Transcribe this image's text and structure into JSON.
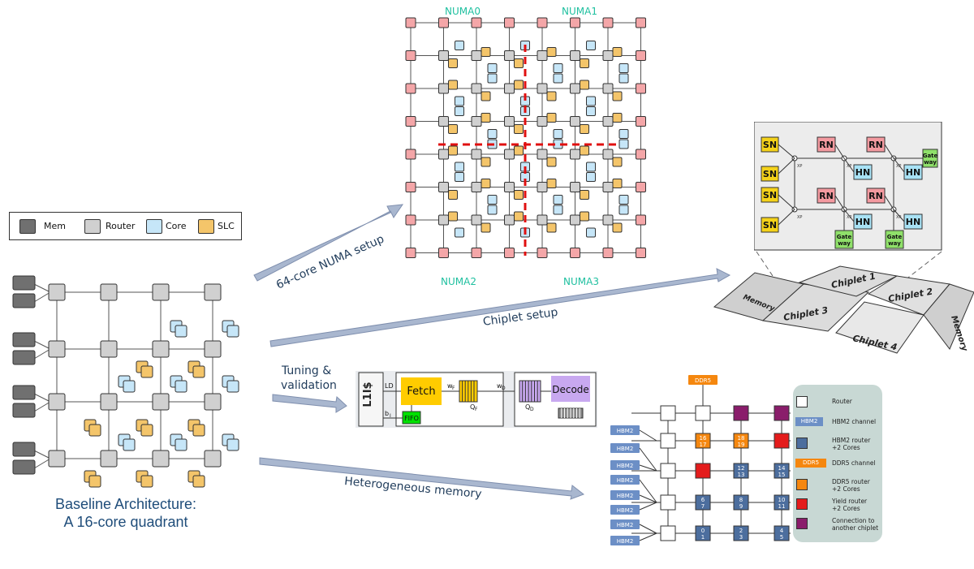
{
  "legend": {
    "mem": "Mem",
    "router": "Router",
    "core": "Core",
    "slc": "SLC"
  },
  "colors": {
    "mem": "#707070",
    "router": "#d0d0d0",
    "core": "#c6e6f8",
    "slc": "#f4c56a",
    "numa_edge": "#f4a6a8",
    "arrow": "#a9b7cf",
    "hbm": "#6c8fc6",
    "ddr": "#f5870f",
    "yield": "#e41c1c",
    "chip": "#8a1d6b"
  },
  "baseline_caption": {
    "line1": "Baseline Architecture:",
    "line2": "A 16-core quadrant"
  },
  "numa": {
    "n0": "NUMA0",
    "n1": "NUMA1",
    "n2": "NUMA2",
    "n3": "NUMA3"
  },
  "arrows": {
    "numa": "64-core NUMA setup",
    "chiplet": "Chiplet setup",
    "tuning_line1": "Tuning &",
    "tuning_line2": "validation",
    "hetero": "Heterogeneous memory"
  },
  "chiplet": {
    "c1": "Chiplet 1",
    "c2": "Chiplet 2",
    "c3": "Chiplet 3",
    "c4": "Chiplet 4",
    "mem_left": "Memory",
    "mem_right": "Memory"
  },
  "noc": {
    "sn": "SN",
    "rn": "RN",
    "hn": "HN",
    "xp": "XP",
    "gw1": "Gate",
    "gw2": "way"
  },
  "pipeline": {
    "l1": "L1I$",
    "ld": "LD",
    "bi": "b",
    "bi_sub": "I",
    "fetch": "Fetch",
    "wf": "w",
    "wf_sub": "F",
    "qf": "Q",
    "qf_sub": "F",
    "wd": "w",
    "wd_sub": "D",
    "qd": "Q",
    "qd_sub": "D",
    "decode": "Decode",
    "fifo": "FIFO"
  },
  "hetero": {
    "ddr5_top": "DDR5",
    "hbm": "HBM2",
    "cells": {
      "r1c2a": "16",
      "r1c2b": "17",
      "r1c3a": "18",
      "r1c3b": "19",
      "r3c3a": "12",
      "r3c3b": "13",
      "r3c4a": "14",
      "r3c4b": "15",
      "r4c2a": "6",
      "r4c2b": "7",
      "r4c3a": "8",
      "r4c3b": "9",
      "r4c4a": "10",
      "r4c4b": "11",
      "r5c2a": "0",
      "r5c2b": "1",
      "r5c3a": "2",
      "r5c3b": "3",
      "r5c4a": "4",
      "r5c4b": "5"
    },
    "key": {
      "router": "Router",
      "hbm_sw": "HBM2",
      "hbm": "HBM2 channel",
      "hbm_router1": "HBM2 router",
      "hbm_router2": "+2 Cores",
      "ddr_sw": "DDR5",
      "ddr": "DDR5 channel",
      "ddr_router1": "DDR5 router",
      "ddr_router2": "+2 Cores",
      "yield1": "Yield router",
      "yield2": "+2 Cores",
      "conn1": "Connection to",
      "conn2": "another chiplet"
    }
  }
}
